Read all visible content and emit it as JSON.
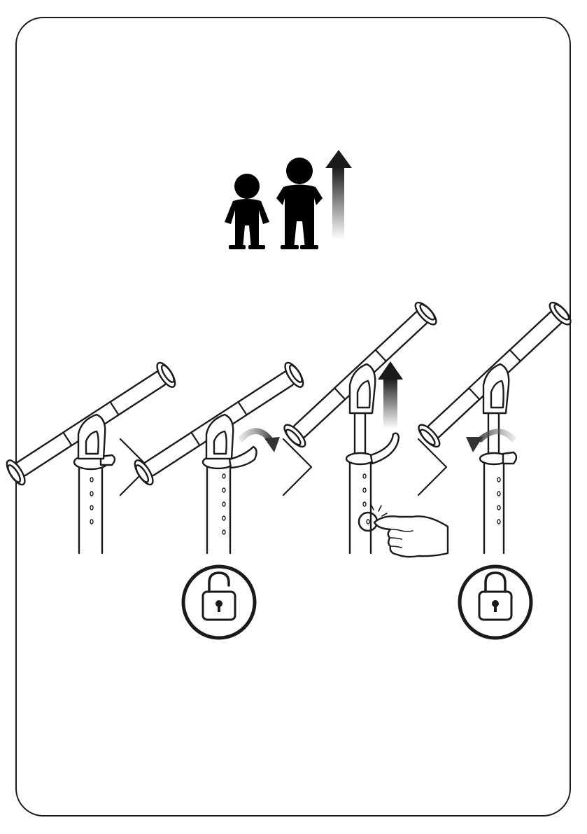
{
  "diagram": {
    "height_indicator": {
      "icons": [
        "child-icon",
        "adult-icon",
        "height-up-arrow-icon"
      ]
    },
    "steps": [
      {
        "id": 1,
        "state": "locked-clamp"
      },
      {
        "id": 2,
        "state": "open-clamp",
        "lock_icon": "unlocked-padlock-icon"
      },
      {
        "id": 3,
        "state": "press-button-raise-handle",
        "icons": [
          "up-arrow-icon",
          "hand-press-icon"
        ]
      },
      {
        "id": 4,
        "state": "close-clamp",
        "lock_icon": "locked-padlock-icon"
      }
    ],
    "colors": {
      "line": "#1a1a1a",
      "background": "#ffffff"
    }
  }
}
